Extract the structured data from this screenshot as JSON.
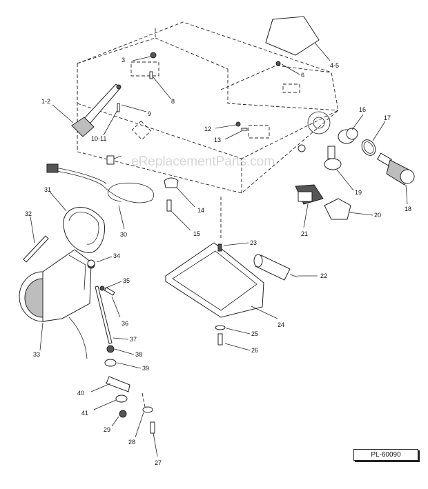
{
  "watermark": "eReplacementParts.com",
  "reference_code": "PL-60090",
  "callouts": {
    "c1_2": "1-2",
    "c3": "3",
    "c4_5": "4-5",
    "c6": "6",
    "c8": "8",
    "c9": "9",
    "c10_11": "10-11",
    "c12": "12",
    "c13": "13",
    "c14": "14",
    "c15": "15",
    "c16": "16",
    "c17": "17",
    "c18": "18",
    "c19": "19",
    "c20": "20",
    "c21": "21",
    "c22": "22",
    "c23": "23",
    "c24": "24",
    "c25": "25",
    "c26": "26",
    "c27": "27",
    "c28": "28",
    "c29": "29",
    "c30": "30",
    "c31": "31",
    "c32": "32",
    "c33": "33",
    "c34": "34",
    "c35": "35",
    "c36": "36",
    "c37": "37",
    "c38": "38",
    "c39": "39",
    "c40": "40",
    "c41": "41"
  }
}
